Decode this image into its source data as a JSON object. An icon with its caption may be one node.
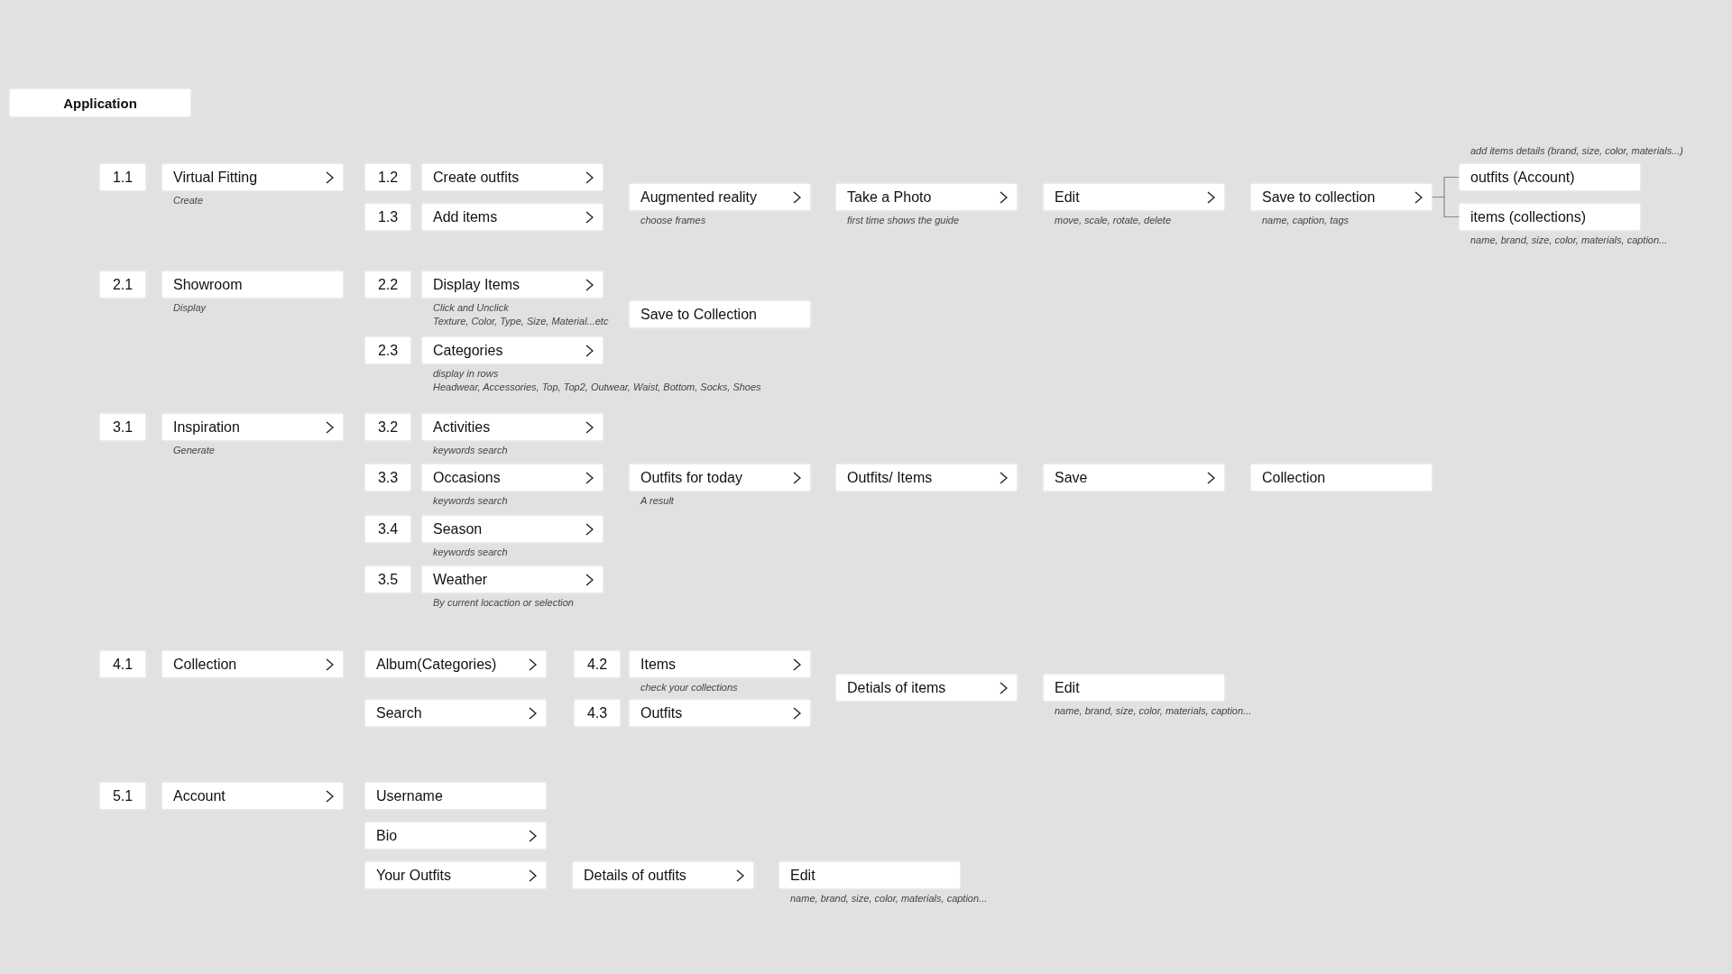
{
  "diagram": {
    "nodes": [
      {
        "text": [
          "Application"
        ]
      },
      {
        "text": [
          "1.1"
        ]
      },
      {
        "text": [
          "Virtual Fitting"
        ],
        "beside": [
          "Create"
        ]
      },
      {
        "text": [
          "1.2"
        ]
      },
      {
        "text": [
          "Create outfits"
        ]
      },
      {
        "text": [
          "1.3"
        ]
      },
      {
        "text": [
          "Add items"
        ]
      },
      {
        "text": [
          "Augmented reality"
        ],
        "beside": [
          "choose frames"
        ]
      },
      {
        "text": [
          "Take a Photo"
        ],
        "beside": [
          "first time shows the guide"
        ]
      },
      {
        "text": [
          "Edit"
        ],
        "beside": [
          "move, scale, rotate, delete"
        ]
      },
      {
        "text": [
          "Save to collection"
        ],
        "beside": [
          "name, caption, tags"
        ]
      },
      {
        "text": [
          "outfits (Account)"
        ],
        "beside": [
          "add items details (brand, size, color, materials...)"
        ]
      },
      {
        "text": [
          "items (collections)"
        ],
        "beside": [
          "name, brand, size, color, materials, caption..."
        ]
      },
      {
        "text": [
          "2.1"
        ]
      },
      {
        "text": [
          "Showroom"
        ],
        "beside": [
          "Display"
        ]
      },
      {
        "text": [
          "2.2"
        ]
      },
      {
        "text": [
          "Display Items"
        ],
        "beside": [
          "Click and Unclick",
          "Texture, Color, Type, Size, Material...etc"
        ]
      },
      {
        "text": [
          "Save to Collection"
        ]
      },
      {
        "text": [
          "2.3"
        ]
      },
      {
        "text": [
          "Categories"
        ],
        "beside": [
          "display in rows",
          "Headwear, Accessories, Top, Top2, Outwear, Waist, Bottom, Socks, Shoes"
        ]
      },
      {
        "text": [
          "3.1"
        ]
      },
      {
        "text": [
          "Inspiration"
        ],
        "beside": [
          "Generate"
        ]
      },
      {
        "text": [
          "3.2"
        ]
      },
      {
        "text": [
          "Activities"
        ],
        "beside": [
          "keywords search"
        ]
      },
      {
        "text": [
          "3.3"
        ]
      },
      {
        "text": [
          "Occasions"
        ],
        "beside": [
          "keywords search"
        ]
      },
      {
        "text": [
          "Outfits for today"
        ],
        "beside": [
          "A result"
        ]
      },
      {
        "text": [
          "Outfits/ Items"
        ]
      },
      {
        "text": [
          "Save"
        ]
      },
      {
        "text": [
          "Collection"
        ]
      },
      {
        "text": [
          "3.4"
        ]
      },
      {
        "text": [
          "Season"
        ],
        "beside": [
          "keywords search"
        ]
      },
      {
        "text": [
          "3.5"
        ]
      },
      {
        "text": [
          "Weather"
        ],
        "beside": [
          "By current locaction or selection"
        ]
      },
      {
        "text": [
          "4.1"
        ]
      },
      {
        "text": [
          "Collection"
        ]
      },
      {
        "text": [
          "Album(Categories)"
        ]
      },
      {
        "text": [
          "4.2"
        ]
      },
      {
        "text": [
          "Items"
        ],
        "beside": [
          "check your collections"
        ]
      },
      {
        "text": [
          "Detials of items"
        ]
      },
      {
        "text": [
          "Edit"
        ],
        "beside": [
          "name, brand, size, color, materials, caption..."
        ]
      },
      {
        "text": [
          "Search"
        ]
      },
      {
        "text": [
          "4.3"
        ]
      },
      {
        "text": [
          "Outfits"
        ]
      },
      {
        "text": [
          "5.1"
        ]
      },
      {
        "text": [
          "Account"
        ]
      },
      {
        "text": [
          "Username"
        ]
      },
      {
        "text": [
          "Bio"
        ]
      },
      {
        "text": [
          "Your Outfits"
        ]
      },
      {
        "text": [
          "Details of outfits"
        ]
      },
      {
        "text": [
          "Edit"
        ],
        "beside": [
          "name, brand, size, color, materials, caption..."
        ]
      }
    ],
    "edges": [
      {
        "from": 10,
        "to": 11,
        "arrow": "none"
      },
      {
        "from": 10,
        "to": 12,
        "arrow": "none"
      }
    ]
  }
}
